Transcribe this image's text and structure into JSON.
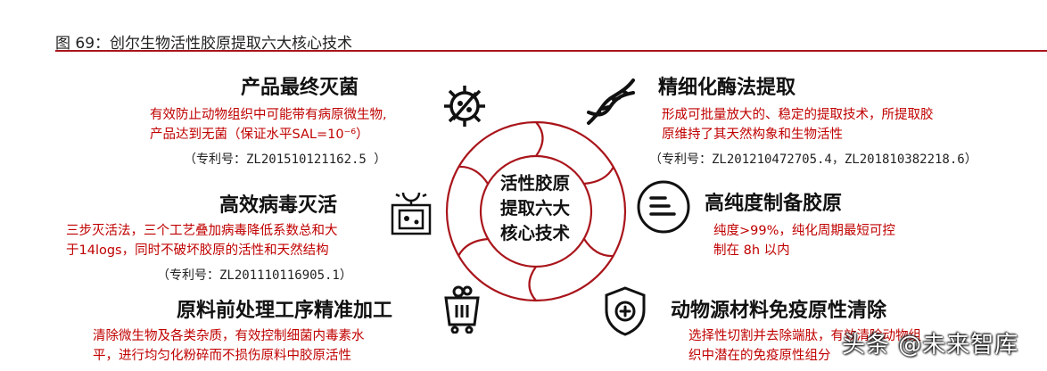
{
  "figure": {
    "title": "图 69：创尔生物活性胶原提取六大核心技术",
    "accent_color": "#a9151b",
    "text_red": "#c00000"
  },
  "core": {
    "label_line1": "活性胶原",
    "label_line2": "提取六大",
    "label_line3": "核心技术"
  },
  "techniques": {
    "sterilization": {
      "title": "产品最终灭菌",
      "desc_line1": "有效防止动物组织中可能带有病原微生物,",
      "desc_line2": "产品达到无菌（保证水平SAL=10⁻⁶）",
      "patent": "（专利号：ZL201510121162.5 ）",
      "icon": "virus-icon"
    },
    "enzymatic": {
      "title": "精细化酶法提取",
      "desc_line1": "形成可批量放大的、稳定的提取技术，所提取胶",
      "desc_line2": "原维持了其天然构象和生物活性",
      "patent": "（专利号：ZL201210472705.4，ZL201810382218.6）",
      "icon": "dna-icon"
    },
    "virus_inactivation": {
      "title": "高效病毒灭活",
      "desc_line1": "三步灭活法，三个工艺叠加病毒降低系数总和大",
      "desc_line2": "于14logs，同时不破坏胶原的活性和天然结构",
      "patent": "（专利号：ZL201110116905.1）",
      "icon": "uv-lamp-icon"
    },
    "high_purity": {
      "title": "高纯度制备胶原",
      "desc_line1": "纯度>99%，纯化周期最短可控",
      "desc_line2": "制在 8h 以内",
      "icon": "list-icon"
    },
    "pretreatment": {
      "title": "原料前处理工序精准加工",
      "desc_line1": "清除微生物及各类杂质，有效控制细菌内毒素水",
      "desc_line2": "平，进行均匀化粉碎而不损伤原料中胶原活性",
      "icon": "cart-icon"
    },
    "immunogen_removal": {
      "title": "动物源材料免疫原性清除",
      "desc_line1": "选择性切割并去除端肽，有效清除动物组",
      "desc_line2": "织中潜在的免疫原性组分",
      "icon": "shield-plus-icon"
    }
  },
  "watermark": {
    "text": "头条 @未来智库"
  }
}
